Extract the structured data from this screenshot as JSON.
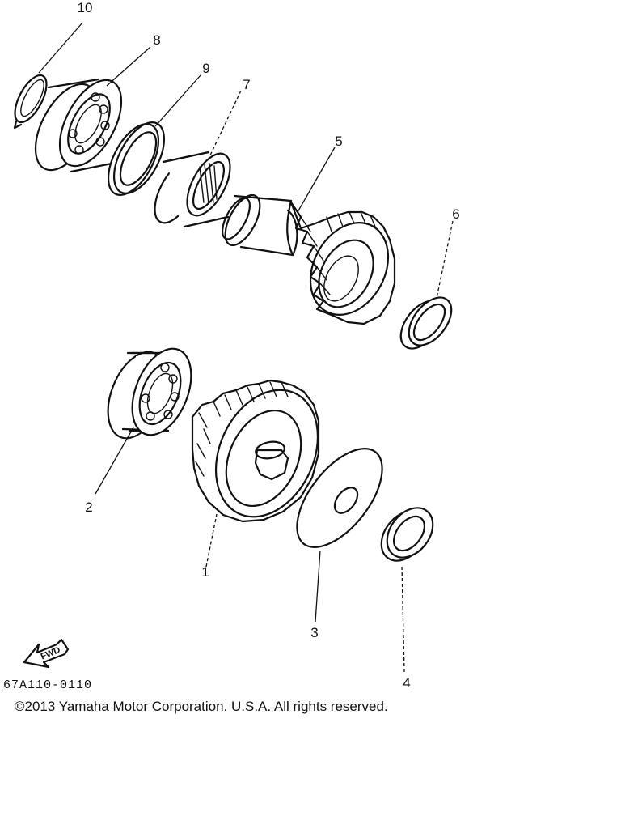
{
  "callouts": [
    {
      "id": "c10",
      "label": "10"
    },
    {
      "id": "c8",
      "label": "8"
    },
    {
      "id": "c9",
      "label": "9"
    },
    {
      "id": "c7",
      "label": "7"
    },
    {
      "id": "c5",
      "label": "5"
    },
    {
      "id": "c6",
      "label": "6"
    },
    {
      "id": "c2",
      "label": "2"
    },
    {
      "id": "c1",
      "label": "1"
    },
    {
      "id": "c3",
      "label": "3"
    },
    {
      "id": "c4",
      "label": "4"
    }
  ],
  "fwd_label": "FWD",
  "diagram_code": "67A110-0110",
  "copyright": "©2013 Yamaha Motor Corporation. U.S.A. All rights reserved.",
  "colors": {
    "ink": "#111111",
    "background": "#ffffff"
  }
}
